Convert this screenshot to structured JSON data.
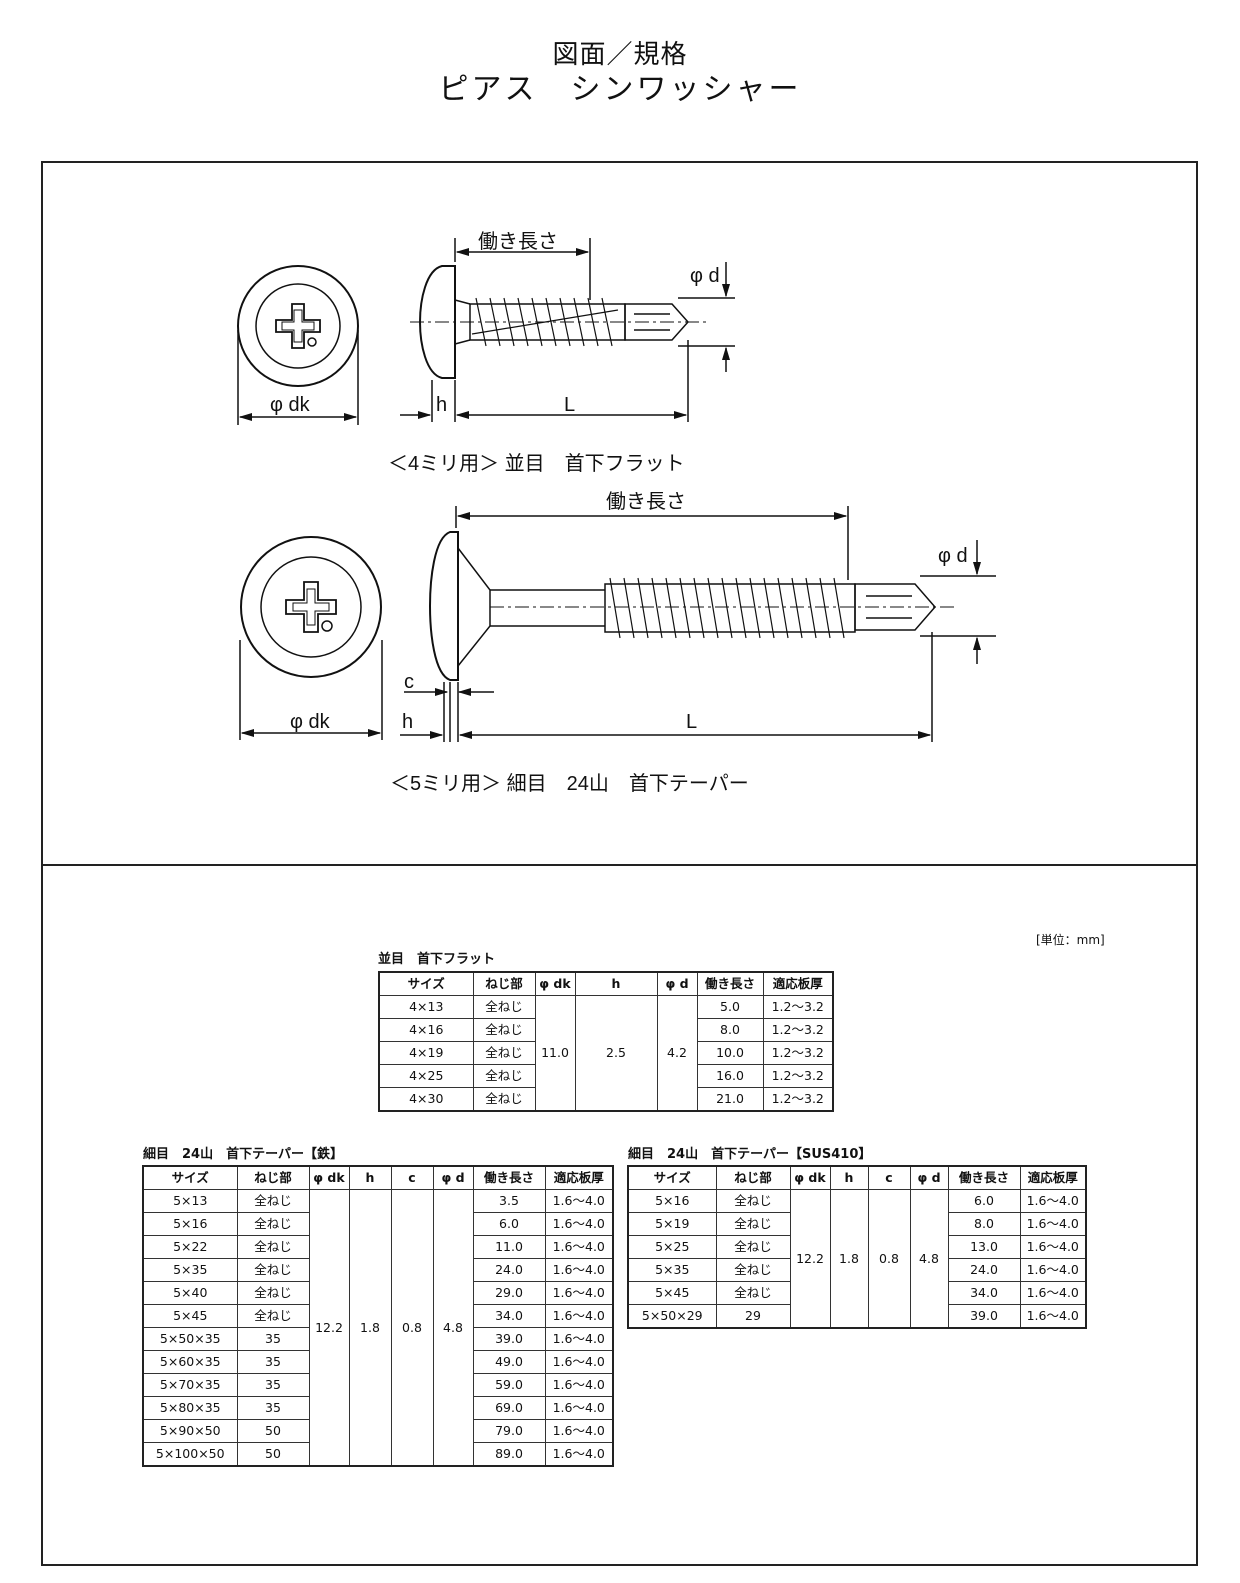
{
  "header": {
    "title": "図面／規格",
    "product": "ピアス　シンワッシャー"
  },
  "drawing1": {
    "caption": "＜4ミリ用＞ 並目　首下フラット",
    "label_working_length": "働き長さ",
    "label_d": "φ d",
    "label_dk": "φ dk",
    "label_h": "h",
    "label_L": "L"
  },
  "drawing2": {
    "caption": "＜5ミリ用＞ 細目　24山　首下テーパー",
    "label_working_length": "働き長さ",
    "label_d": "φ d",
    "label_dk": "φ dk",
    "label_c": "c",
    "label_h": "h",
    "label_L": "L"
  },
  "unit_label": "[単位：mm]",
  "table_coarse": {
    "caption": "並目　首下フラット",
    "headers": [
      "サイズ",
      "ねじ部",
      "φ dk",
      "h",
      "φ d",
      "働き長さ",
      "適応板厚"
    ],
    "shared": {
      "dk": "11.0",
      "h": "2.5",
      "d": "4.2"
    },
    "rows": [
      {
        "size": "4×13",
        "thread": "全ねじ",
        "work": "5.0",
        "plate": "1.2〜3.2"
      },
      {
        "size": "4×16",
        "thread": "全ねじ",
        "work": "8.0",
        "plate": "1.2〜3.2"
      },
      {
        "size": "4×19",
        "thread": "全ねじ",
        "work": "10.0",
        "plate": "1.2〜3.2"
      },
      {
        "size": "4×25",
        "thread": "全ねじ",
        "work": "16.0",
        "plate": "1.2〜3.2"
      },
      {
        "size": "4×30",
        "thread": "全ねじ",
        "work": "21.0",
        "plate": "1.2〜3.2"
      }
    ]
  },
  "table_iron": {
    "caption": "細目　24山　首下テーパー【鉄】",
    "headers": [
      "サイズ",
      "ねじ部",
      "φ dk",
      "h",
      "c",
      "φ d",
      "働き長さ",
      "適応板厚"
    ],
    "shared": {
      "dk": "12.2",
      "h": "1.8",
      "c": "0.8",
      "d": "4.8"
    },
    "rows": [
      {
        "size": "5×13",
        "thread": "全ねじ",
        "work": "3.5",
        "plate": "1.6〜4.0"
      },
      {
        "size": "5×16",
        "thread": "全ねじ",
        "work": "6.0",
        "plate": "1.6〜4.0"
      },
      {
        "size": "5×22",
        "thread": "全ねじ",
        "work": "11.0",
        "plate": "1.6〜4.0"
      },
      {
        "size": "5×35",
        "thread": "全ねじ",
        "work": "24.0",
        "plate": "1.6〜4.0"
      },
      {
        "size": "5×40",
        "thread": "全ねじ",
        "work": "29.0",
        "plate": "1.6〜4.0"
      },
      {
        "size": "5×45",
        "thread": "全ねじ",
        "work": "34.0",
        "plate": "1.6〜4.0"
      },
      {
        "size": "5×50×35",
        "thread": "35",
        "work": "39.0",
        "plate": "1.6〜4.0"
      },
      {
        "size": "5×60×35",
        "thread": "35",
        "work": "49.0",
        "plate": "1.6〜4.0"
      },
      {
        "size": "5×70×35",
        "thread": "35",
        "work": "59.0",
        "plate": "1.6〜4.0"
      },
      {
        "size": "5×80×35",
        "thread": "35",
        "work": "69.0",
        "plate": "1.6〜4.0"
      },
      {
        "size": "5×90×50",
        "thread": "50",
        "work": "79.0",
        "plate": "1.6〜4.0"
      },
      {
        "size": "5×100×50",
        "thread": "50",
        "work": "89.0",
        "plate": "1.6〜4.0"
      }
    ]
  },
  "table_sus": {
    "caption": "細目　24山　首下テーパー【SUS410】",
    "headers": [
      "サイズ",
      "ねじ部",
      "φ dk",
      "h",
      "c",
      "φ d",
      "働き長さ",
      "適応板厚"
    ],
    "shared": {
      "dk": "12.2",
      "h": "1.8",
      "c": "0.8",
      "d": "4.8"
    },
    "rows": [
      {
        "size": "5×16",
        "thread": "全ねじ",
        "work": "6.0",
        "plate": "1.6〜4.0"
      },
      {
        "size": "5×19",
        "thread": "全ねじ",
        "work": "8.0",
        "plate": "1.6〜4.0"
      },
      {
        "size": "5×25",
        "thread": "全ねじ",
        "work": "13.0",
        "plate": "1.6〜4.0"
      },
      {
        "size": "5×35",
        "thread": "全ねじ",
        "work": "24.0",
        "plate": "1.6〜4.0"
      },
      {
        "size": "5×45",
        "thread": "全ねじ",
        "work": "34.0",
        "plate": "1.6〜4.0"
      },
      {
        "size": "5×50×29",
        "thread": "29",
        "work": "39.0",
        "plate": "1.6〜4.0"
      }
    ]
  }
}
